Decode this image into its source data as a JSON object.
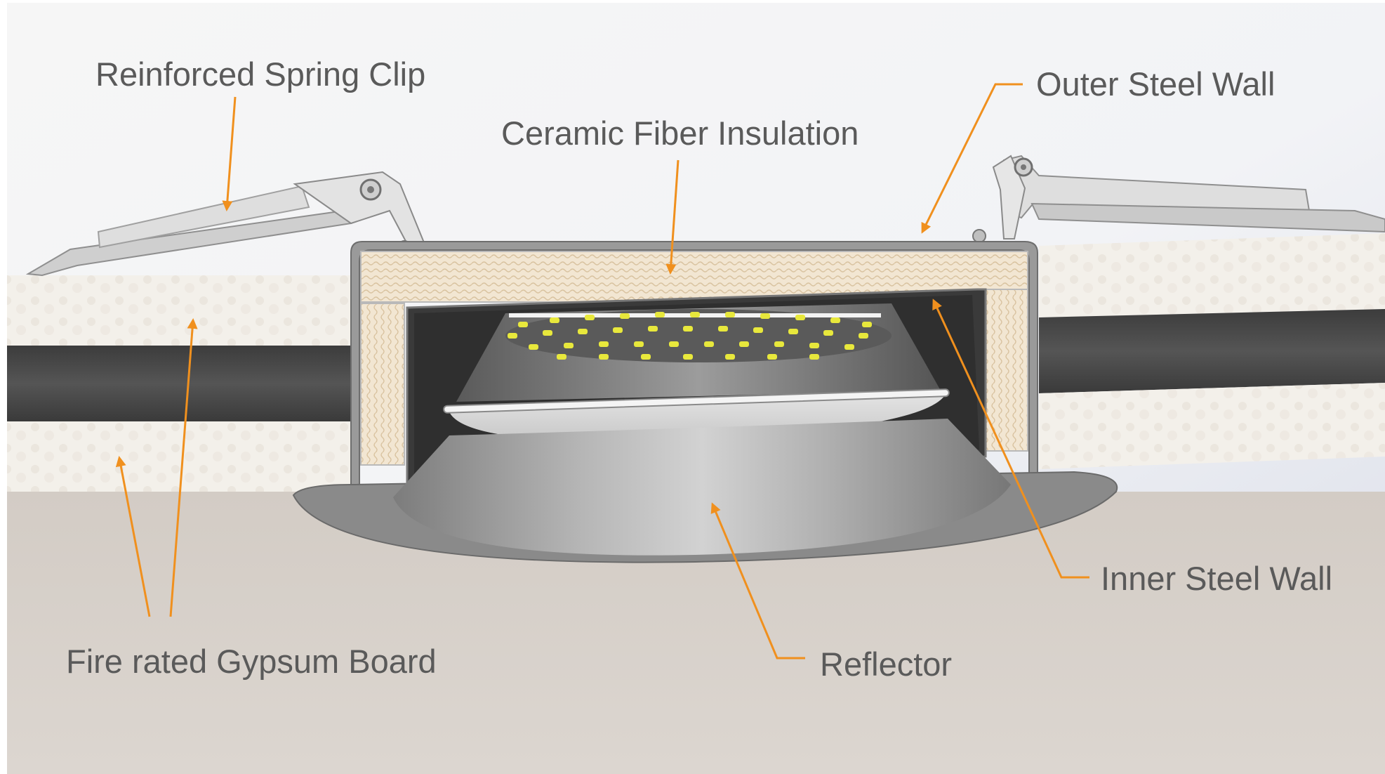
{
  "labels": {
    "spring_clip": "Reinforced Spring Clip",
    "insulation": "Ceramic Fiber Insulation",
    "outer_wall": "Outer Steel Wall",
    "inner_wall": "Inner Steel Wall",
    "reflector": "Reflector",
    "gypsum": "Fire rated Gypsum Board"
  },
  "colors": {
    "leader_line": "#f0901e",
    "label_text": "#5a5a5a",
    "gypsum_board": "#f4f1ec",
    "ceiling": "#d7d1cb",
    "insulation": "#efe3cf",
    "steel": "#9a9a9a",
    "led": "#e8e83c"
  }
}
